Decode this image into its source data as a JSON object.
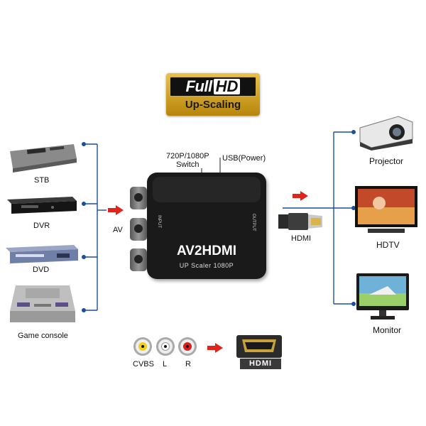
{
  "badge": {
    "full": "Full",
    "hd": "HD",
    "sub": "Up-Scaling"
  },
  "switch_label": "720P/1080P\nSwitch",
  "usb_label": "USB(Power)",
  "box": {
    "title": "AV2HDMI",
    "subtitle": "UP Scaler 1080P",
    "input_text": "INPUT",
    "output_text": "OUTPUT"
  },
  "av_label": "AV",
  "hdmi_label": "HDMI",
  "sources": [
    "STB",
    "DVR",
    "DVD",
    "Game console"
  ],
  "outputs": [
    "Projector",
    "HDTV",
    "Monitor"
  ],
  "legend": {
    "cvbs": "CVBS",
    "l": "L",
    "r": "R",
    "hdmi": "HDMI"
  },
  "colors": {
    "arrow": "#e0231b",
    "line": "#1b4f9c",
    "badge_gold": "#d4a017",
    "box": "#1a1a1a"
  }
}
